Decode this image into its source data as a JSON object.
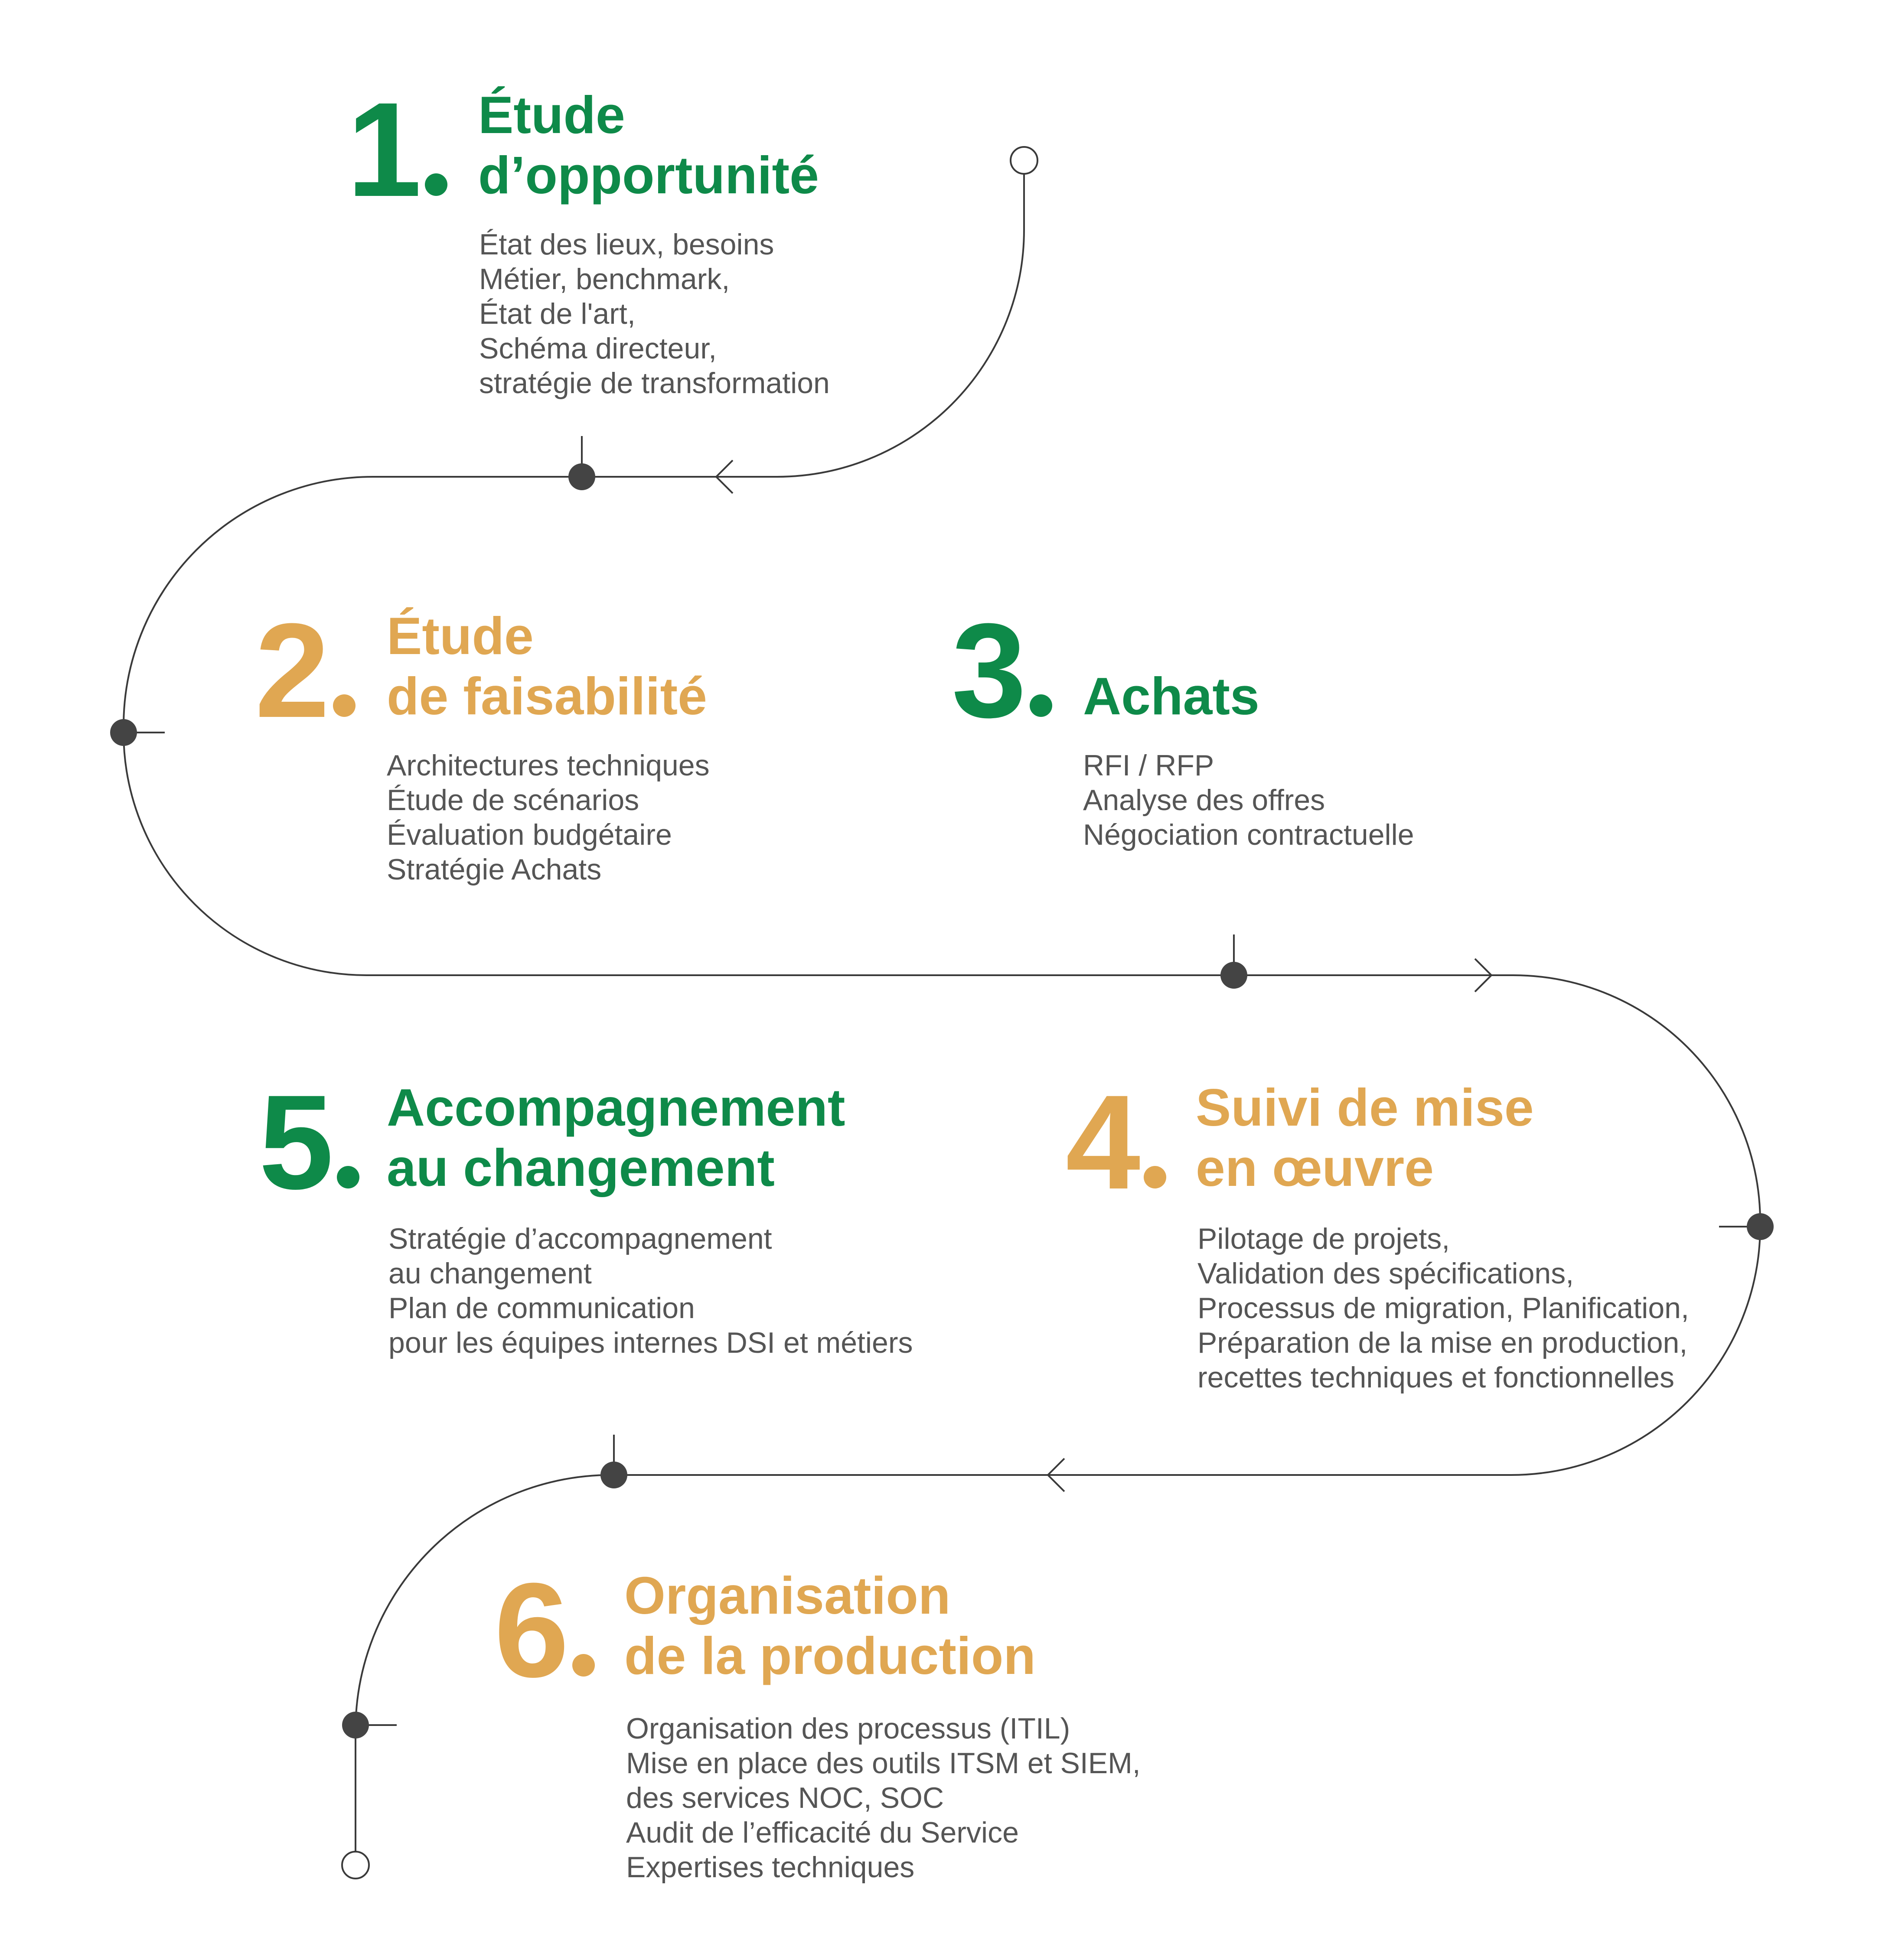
{
  "colors": {
    "green": "#0e8a49",
    "gold": "#e0a752",
    "line": "#3a3a3a",
    "node": "#444444",
    "text": "#555555"
  },
  "steps": [
    {
      "number": "1",
      "color": "green",
      "title": [
        "Étude",
        "d’opportunité"
      ],
      "items": [
        "État des lieux, besoins",
        "Métier, benchmark,",
        "État de l'art,",
        "Schéma directeur,",
        "stratégie de transformation"
      ]
    },
    {
      "number": "2",
      "color": "gold",
      "title": [
        "Étude",
        "de faisabilité"
      ],
      "items": [
        "Architectures techniques",
        "Étude de scénarios",
        "Évaluation budgétaire",
        "Stratégie Achats"
      ]
    },
    {
      "number": "3",
      "color": "green",
      "title": [
        "Achats"
      ],
      "items": [
        "RFI / RFP",
        "Analyse des offres",
        "Négociation contractuelle"
      ]
    },
    {
      "number": "4",
      "color": "gold",
      "title": [
        "Suivi de mise",
        "en œuvre"
      ],
      "items": [
        "Pilotage de projets,",
        "Validation des spécifications,",
        "Processus de migration, Planification,",
        "Préparation de la mise en production,",
        "recettes techniques et fonctionnelles"
      ]
    },
    {
      "number": "5",
      "color": "green",
      "title": [
        "Accompagnement",
        "au changement"
      ],
      "items": [
        "Stratégie d’accompagnement",
        "au changement",
        "Plan de communication",
        "pour les équipes internes DSI et métiers"
      ]
    },
    {
      "number": "6",
      "color": "gold",
      "title": [
        "Organisation",
        "de la production"
      ],
      "items": [
        "Organisation des processus (ITIL)",
        "Mise en place des outils ITSM et SIEM,",
        "des services NOC, SOC",
        "Audit de l’efficacité du Service",
        "Expertises techniques"
      ]
    }
  ]
}
